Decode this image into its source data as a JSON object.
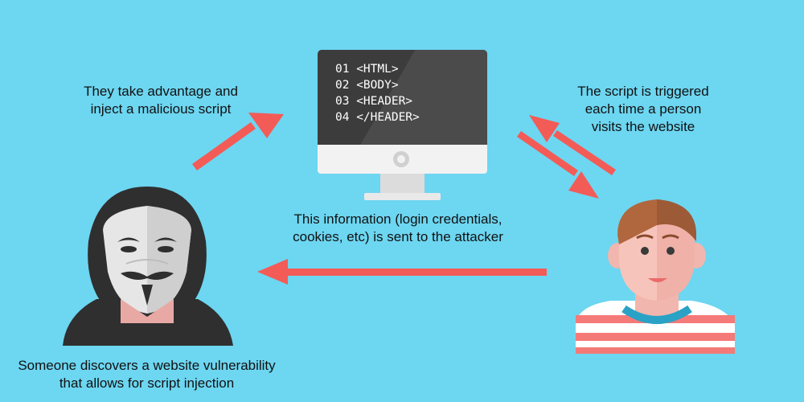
{
  "captions": {
    "inject": [
      "They take advantage and",
      "inject a malicious script"
    ],
    "trigger": [
      "The script is triggered",
      "each time a person",
      "visits the website"
    ],
    "info": [
      "This information (login credentials,",
      "cookies, etc) is sent to the attacker"
    ],
    "discover": [
      "Someone discovers a website vulnerability",
      "that allows for script injection"
    ]
  },
  "monitor_code": [
    "01 <HTML>",
    "02 <BODY>",
    "03 <HEADER>",
    "04 </HEADER>"
  ],
  "colors": {
    "background": "#6dd6f1",
    "arrow": "#f35b57",
    "hood": "#2f2f2f",
    "mask": "#e6e6e6",
    "shirt_stripe": "#f47a78",
    "collar": "#2aa2c6",
    "hair": "#9c5a36"
  },
  "icons": [
    "hacker-icon",
    "monitor-icon",
    "user-icon"
  ]
}
